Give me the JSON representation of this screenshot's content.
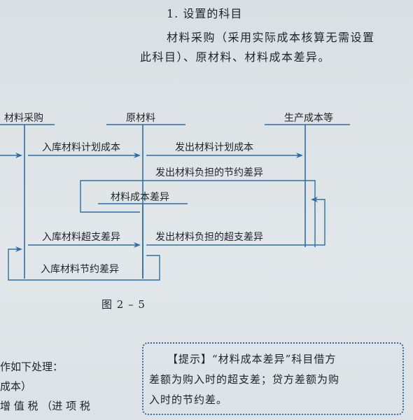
{
  "header": {
    "section": "1. 设置的科目",
    "intro_line1": "材料采购（采用实际成本核算无需设置",
    "intro_line2": "此科目）、原材料、材料成本差异。"
  },
  "diagram": {
    "accounts": {
      "purchase": "材料采购",
      "raw": "原材料",
      "production": "生产成本等",
      "variance": "材料成本差异"
    },
    "flows": {
      "plan_in": "入库材料计划成本",
      "plan_out": "发出材料计划成本",
      "saving_out": "发出材料负担的节约差异",
      "excess_in": "入库材料超支差异",
      "excess_out": "发出材料负担的超支差异",
      "saving_in": "入库材料节约差异"
    },
    "caption": "图 2 – 5"
  },
  "left_text": {
    "line1": "作如下处理：",
    "line2": "成本）",
    "line3": "增 值 税 （进 项 税"
  },
  "tip": {
    "line1": "【提示】“材料成本差异”科目借方",
    "line2": "差额为购入时的超支差；贷方差额为购",
    "line3": "入时的节约差。"
  },
  "colors": {
    "arrow": "#2f6da8",
    "text": "#1e2328"
  }
}
